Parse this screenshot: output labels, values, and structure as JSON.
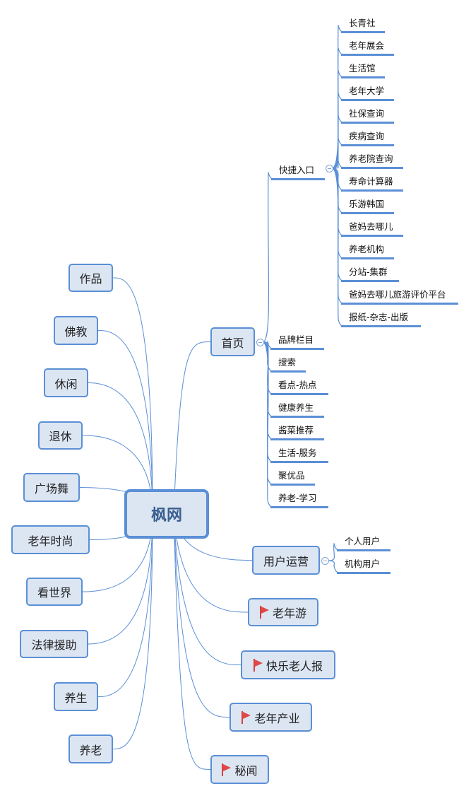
{
  "root": "枫网",
  "left": [
    "作品",
    "佛教",
    "休闲",
    "退休",
    "广场舞",
    "老年时尚",
    "看世界",
    "法律援助",
    "养生",
    "养老"
  ],
  "right": {
    "home": {
      "label": "首页",
      "quick": {
        "label": "快捷入口",
        "items": [
          "长青社",
          "老年展会",
          "生活馆",
          "老年大学",
          "社保查询",
          "疾病查询",
          "养老院查询",
          "寿命计算器",
          "乐游韩国",
          "爸妈去哪儿",
          "养老机构",
          "分站-集群",
          "爸妈去哪儿旅游评价平台",
          "报纸-杂志-出版"
        ]
      },
      "items": [
        "品牌栏目",
        "搜索",
        "看点-热点",
        "健康养生",
        "酱菜推荐",
        "生活-服务",
        "聚优品",
        "养老-学习"
      ]
    },
    "ops": {
      "label": "用户运营",
      "items": [
        "个人用户",
        "机构用户"
      ]
    },
    "flagged": [
      "老年游",
      "快乐老人报",
      "老年产业",
      "秘闻"
    ]
  },
  "colors": {
    "line": "#5b8fd6",
    "fill": "#dce6f3",
    "flag": "#e04848"
  }
}
